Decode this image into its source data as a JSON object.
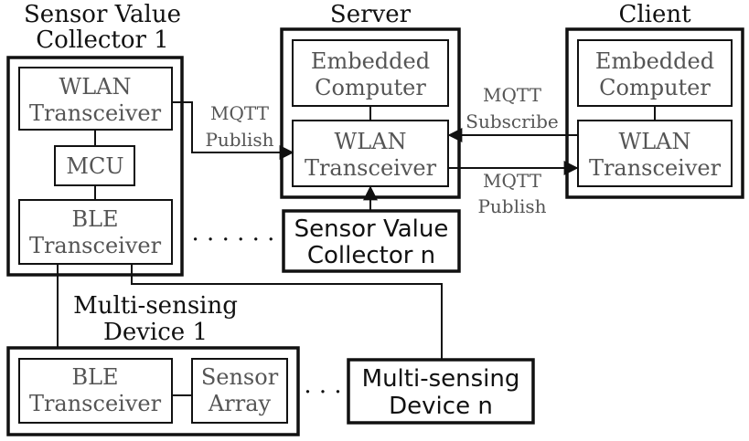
{
  "collector1": {
    "title_line1": "Sensor Value",
    "title_line2": "Collector 1",
    "wlan_line1": "WLAN",
    "wlan_line2": "Transceiver",
    "mcu": "MCU",
    "ble_line1": "BLE",
    "ble_line2": "Transceiver"
  },
  "server": {
    "title": "Server",
    "embedded_line1": "Embedded",
    "embedded_line2": "Computer",
    "wlan_line1": "WLAN",
    "wlan_line2": "Transceiver"
  },
  "client": {
    "title": "Client",
    "embedded_line1": "Embedded",
    "embedded_line2": "Computer",
    "wlan_line1": "WLAN",
    "wlan_line2": "Transceiver"
  },
  "collector_n": {
    "line1": "Sensor Value",
    "line2": "Collector n"
  },
  "device1": {
    "title_line1": "Multi-sensing",
    "title_line2": "Device 1",
    "ble_line1": "BLE",
    "ble_line2": "Transceiver",
    "sensor_line1": "Sensor",
    "sensor_line2": "Array"
  },
  "device_n": {
    "line1": "Multi-sensing",
    "line2": "Device n"
  },
  "edges": {
    "publish_left_line1": "MQTT",
    "publish_left_line2": "Publish",
    "subscribe_line1": "MQTT",
    "subscribe_line2": "Subscribe",
    "publish_right_line1": "MQTT",
    "publish_right_line2": "Publish"
  },
  "ellipsis_collectors": "· · · · · ·",
  "ellipsis_devices": "· · ·"
}
